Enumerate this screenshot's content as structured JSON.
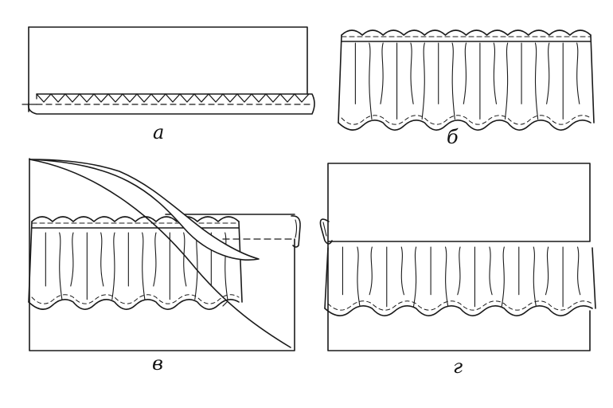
{
  "panels": [
    {
      "id": "a",
      "label": "а"
    },
    {
      "id": "b",
      "label": "б"
    },
    {
      "id": "v",
      "label": "в"
    },
    {
      "id": "g",
      "label": "г"
    }
  ],
  "colors": {
    "ink": "#1a1a1a",
    "paper": "#ffffff"
  }
}
